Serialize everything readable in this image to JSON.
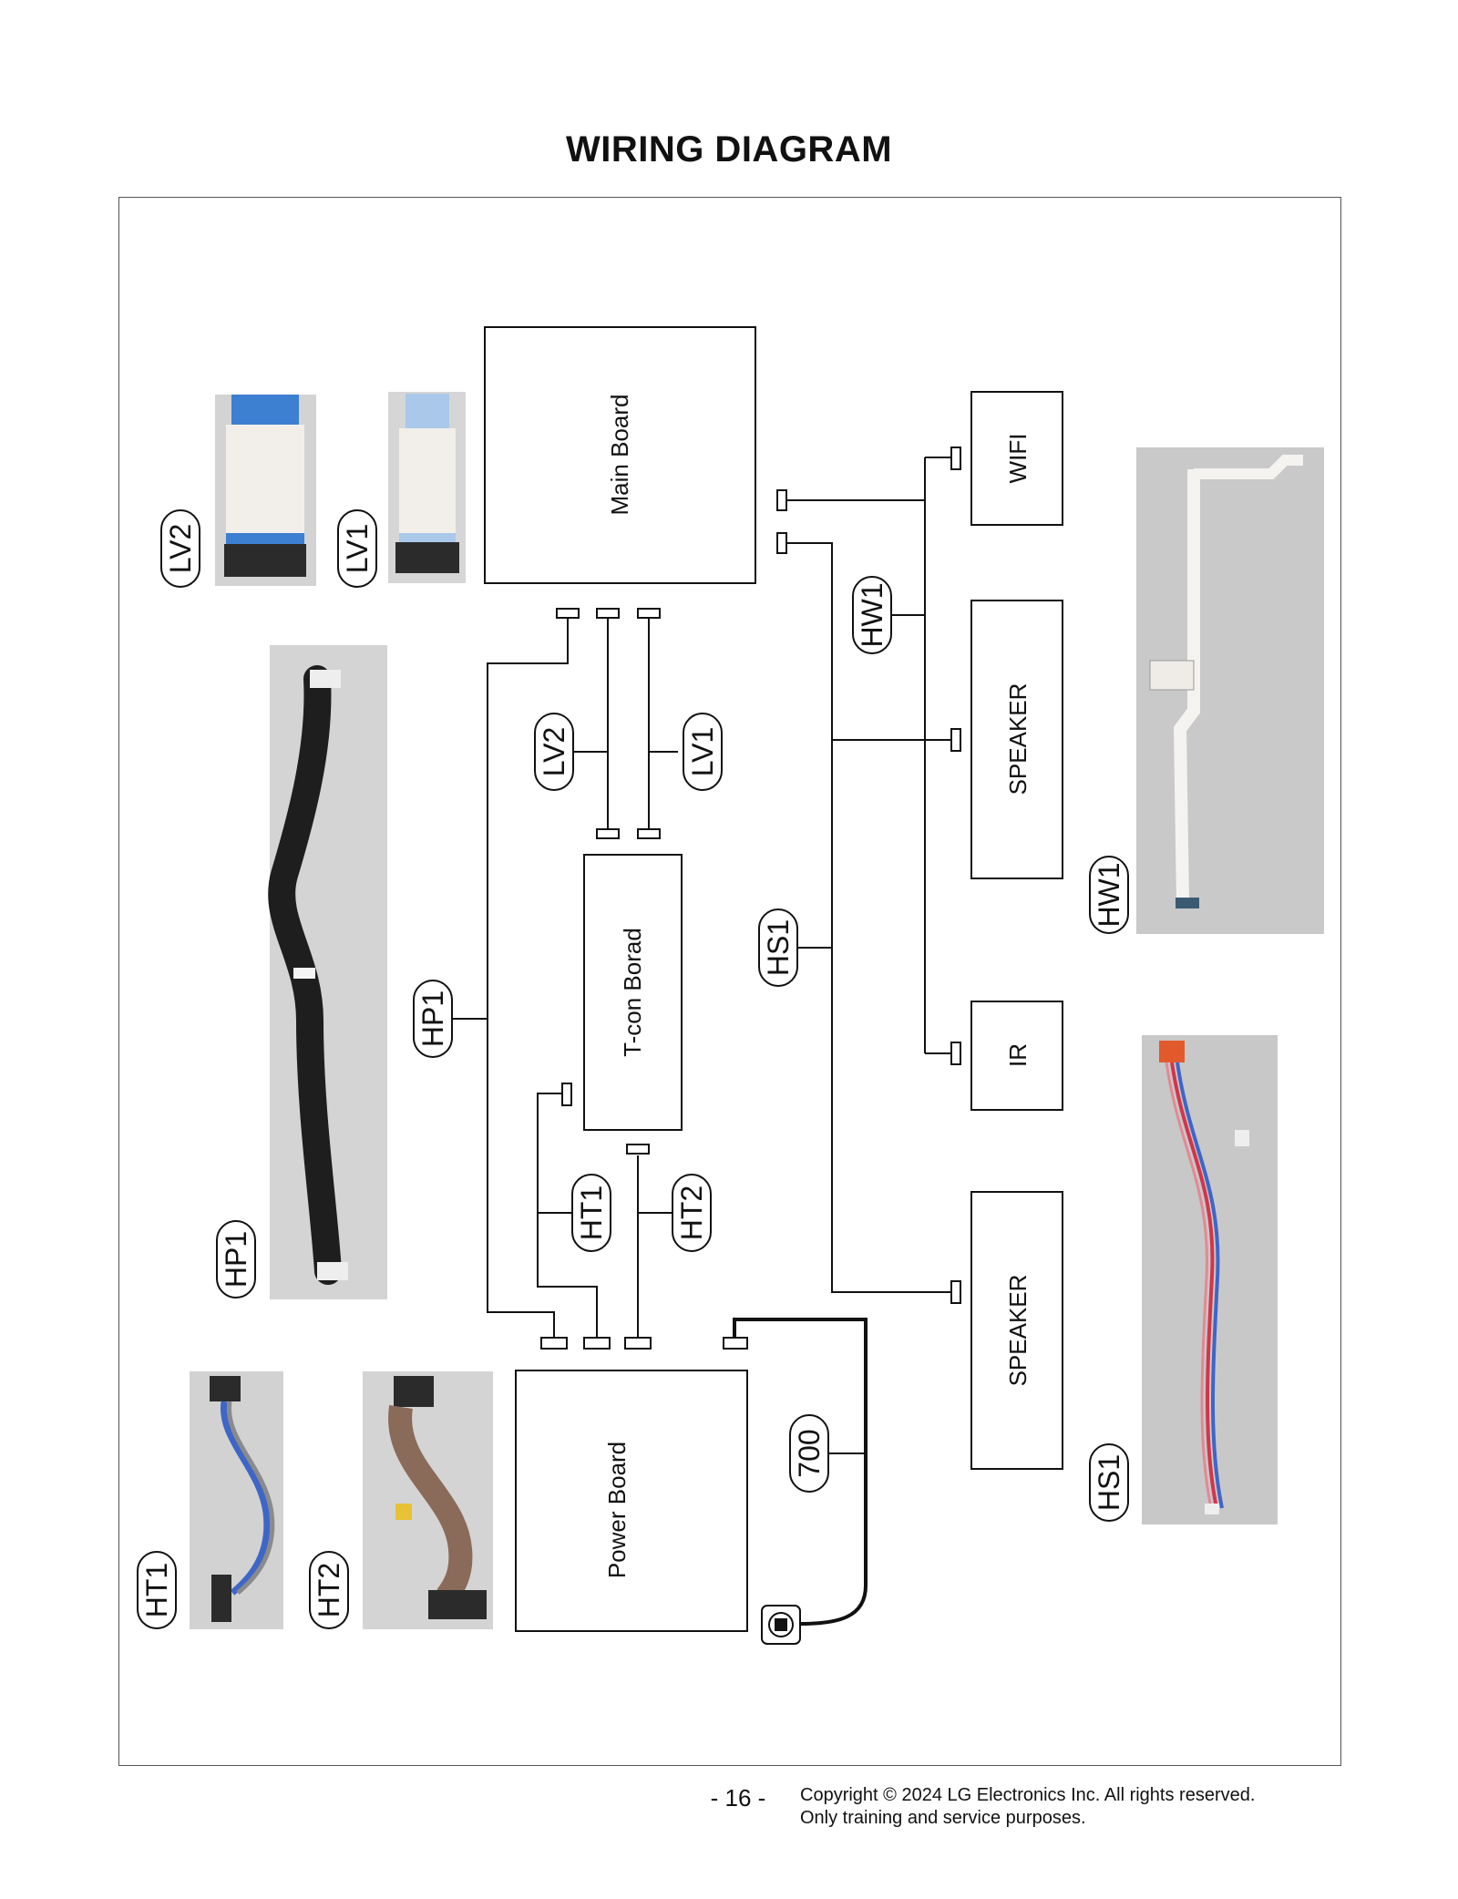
{
  "title": "WIRING DIAGRAM",
  "boards": {
    "main": "Main Board",
    "tcon": "T-con Borad",
    "power": "Power Board",
    "wifi": "WIFI",
    "speaker_top": "SPEAKER",
    "ir": "IR",
    "speaker_bottom": "SPEAKER"
  },
  "cable_labels": {
    "lv2": "LV2",
    "lv1": "LV1",
    "hp1": "HP1",
    "ht1": "HT1",
    "ht2": "HT2",
    "hs1": "HS1",
    "hw1": "HW1",
    "power_cord": "700"
  },
  "photo_labels": {
    "lv2": "LV2",
    "lv1": "LV1",
    "hp1": "HP1",
    "ht1": "HT1",
    "ht2": "HT2",
    "hw1": "HW1",
    "hs1": "HS1"
  },
  "icons": {
    "power_plug": "power-plug-icon"
  },
  "colors": {
    "line": "#111111",
    "photo_bg": "#d8d8d8",
    "ribbon_blue": "#3d7fd0",
    "ribbon_light": "#f2efeb",
    "cable_black": "#1e1e1e",
    "wire_red": "#d5344a",
    "wire_blue": "#3e66c8",
    "wire_brown": "#8a6a58",
    "connector_orange": "#e25a2c"
  },
  "footer": {
    "page_number": "- 16 -",
    "copyright_line1": "Copyright © 2024 LG Electronics Inc. All rights reserved.",
    "copyright_line2": "Only training and service purposes."
  }
}
